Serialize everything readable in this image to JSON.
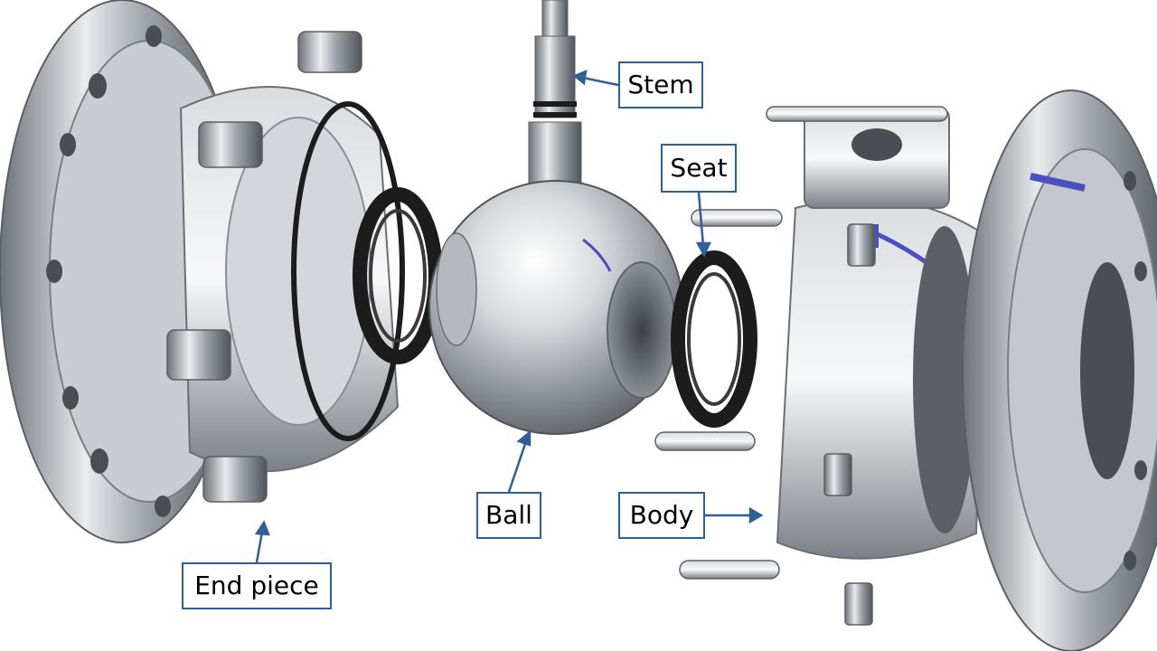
{
  "labels": {
    "stem": "Stem",
    "seat": "Seat",
    "ball": "Ball",
    "body": "Body",
    "end_piece": "End piece"
  },
  "colors": {
    "label_border": "#2f5f96",
    "leader_line": "#2f5f96",
    "steel_light": "#e8eaec",
    "steel_mid": "#a8adb3",
    "steel_dark": "#5a5f66",
    "seal_black": "#1c1c1c",
    "accent_blue": "#4b4fc4"
  }
}
